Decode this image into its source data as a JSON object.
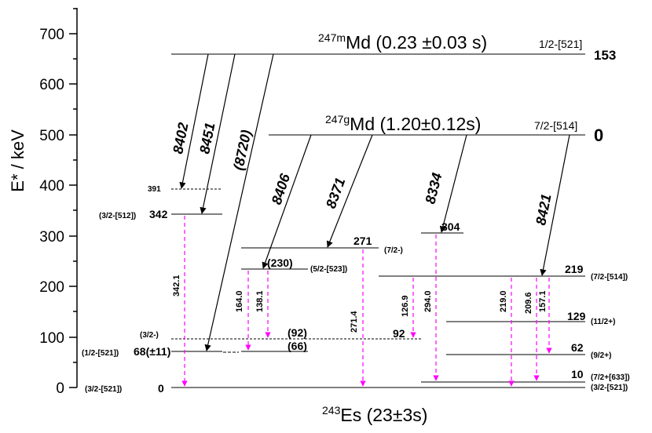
{
  "axis": {
    "ylabel": "E* / keV",
    "ticks": [
      "0",
      "100",
      "200",
      "300",
      "400",
      "500",
      "600",
      "700"
    ]
  },
  "isomer": {
    "mass": "247m",
    "element": "Md",
    "halflife": "(0.23 ±0.03 s)",
    "spin": "1/2-[521]",
    "energy": "153"
  },
  "ground": {
    "mass": "247g",
    "element": "Md",
    "halflife": "(1.20±0.12s)",
    "spin": "7/2-[514]",
    "energy": "0"
  },
  "daughter": {
    "mass": "243",
    "element": "Es",
    "halflife": "(23±3s)"
  },
  "levels": {
    "l391": {
      "energy": "391"
    },
    "l342": {
      "spin": "(3/2-[512])",
      "energy": "342"
    },
    "l92a": {
      "spin": "(3/2-)",
      "energy": "(92)"
    },
    "l68": {
      "spin": "(1/2-[521])",
      "energy": "68(±11)"
    },
    "l66": {
      "energy": "(66)"
    },
    "l0": {
      "spin": "(3/2-[521])",
      "energy": "0"
    },
    "l271": {
      "energy": "271",
      "spin": "(7/2-)"
    },
    "l230": {
      "energy": "(230)",
      "spin": "(5/2-[523])"
    },
    "l92b": {
      "energy": "92"
    },
    "l304": {
      "energy": "304"
    },
    "l219": {
      "energy": "219",
      "spin": "(7/2-[514])"
    },
    "l129": {
      "energy": "129",
      "spin": "(11/2+)"
    },
    "l62": {
      "energy": "62",
      "spin": "(9/2+)"
    },
    "l10": {
      "energy": "10",
      "spin": "(7/2+[633])"
    },
    "l0r": {
      "spin": "(3/2-[521])"
    }
  },
  "alphas": [
    "8402",
    "8451",
    "(8720)",
    "8406",
    "8371",
    "8334",
    "8421"
  ],
  "gammas": [
    "342.1",
    "164.0",
    "138.1",
    "271.4",
    "126.9",
    "294.0",
    "219.0",
    "209.6",
    "157.1"
  ],
  "colors": {
    "gamma": "#ff00ff",
    "line": "#000000"
  }
}
